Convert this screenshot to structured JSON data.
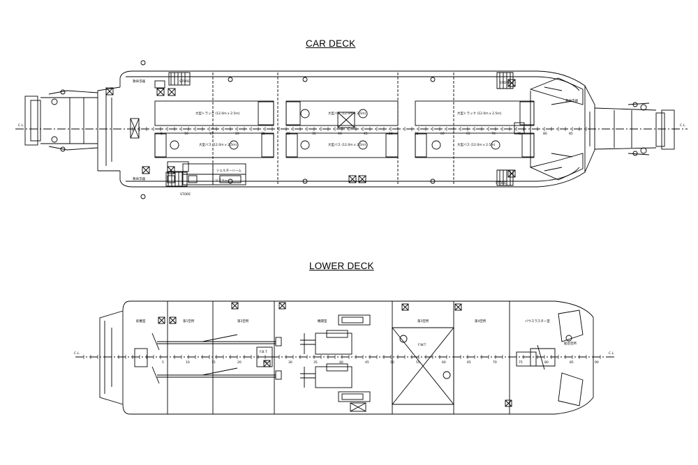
{
  "car_deck": {
    "title": "CAR DECK",
    "centerline_label": "C.L.",
    "frame_numbers": [
      "5",
      "10",
      "15",
      "20",
      "25",
      "30",
      "35",
      "40",
      "45",
      "50",
      "55",
      "60",
      "65",
      "70",
      "75",
      "80",
      "85"
    ],
    "vehicle_labels": [
      "大型トラック (12.0m x 2.5m)",
      "大型バス (12.0m x 2.5m)",
      "大型トラック (12.0m x 2.5m)",
      "大型バス (12.0m x 2.5m)",
      "大型バス (12.0m x 2.5m)",
      "大型バス (12.0m x 2.5m)"
    ],
    "room_labels": [
      "シェルターハーム",
      "ソファー"
    ],
    "small_tags": [
      "STORE",
      "STORE",
      "STORE",
      "STORE",
      "救命浮器",
      "救命浮器",
      "救命浮器"
    ]
  },
  "lower_deck": {
    "title": "LOWER DECK",
    "centerline_label": "C.L.",
    "frame_numbers": [
      "5",
      "10",
      "15",
      "20",
      "25",
      "30",
      "35",
      "40",
      "45",
      "50",
      "55",
      "60",
      "65",
      "70",
      "75",
      "80",
      "85",
      "90"
    ],
    "room_labels": [
      "舵機室",
      "第1空所",
      "第2空所",
      "機関室",
      "第3空所",
      "第4空所",
      "バウスラスター室",
      "船首空所"
    ],
    "tank_labels": [
      "F.B.T",
      "F.W.T"
    ]
  }
}
